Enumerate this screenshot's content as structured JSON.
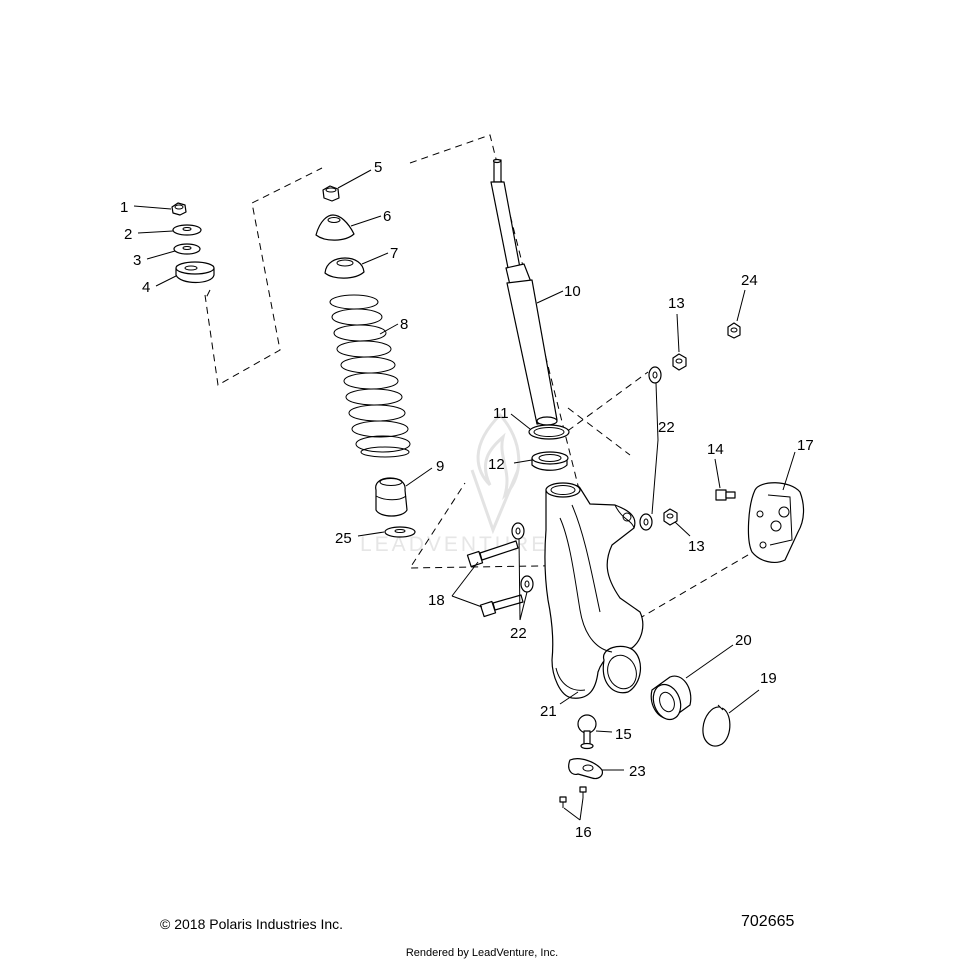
{
  "callouts": [
    {
      "id": "1",
      "part": "nut"
    },
    {
      "id": "2",
      "part": "washer"
    },
    {
      "id": "3",
      "part": "washer"
    },
    {
      "id": "4",
      "part": "bushing"
    },
    {
      "id": "5",
      "part": "nut"
    },
    {
      "id": "6",
      "part": "upper-spring-cup"
    },
    {
      "id": "7",
      "part": "spring-seat"
    },
    {
      "id": "8",
      "part": "coil-spring"
    },
    {
      "id": "9",
      "part": "bump-stop"
    },
    {
      "id": "10",
      "part": "strut-damper"
    },
    {
      "id": "11",
      "part": "retaining-ring"
    },
    {
      "id": "12",
      "part": "lower-spring-seat"
    },
    {
      "id": "13",
      "part": "nut"
    },
    {
      "id": "14",
      "part": "bolt"
    },
    {
      "id": "15",
      "part": "ball-joint"
    },
    {
      "id": "16",
      "part": "screws"
    },
    {
      "id": "17",
      "part": "brake-caliper"
    },
    {
      "id": "18",
      "part": "bolts"
    },
    {
      "id": "19",
      "part": "snap-ring"
    },
    {
      "id": "20",
      "part": "wheel-bearing"
    },
    {
      "id": "21",
      "part": "steering-knuckle"
    },
    {
      "id": "22",
      "part": "washer"
    },
    {
      "id": "23",
      "part": "ball-joint-plate"
    },
    {
      "id": "24",
      "part": "nut"
    },
    {
      "id": "25",
      "part": "washer"
    }
  ],
  "extra_labels": {
    "label_13b": "13",
    "label_22b": "22"
  },
  "watermark": {
    "text": "LEADVENTURE"
  },
  "footer": {
    "copyright": "© 2018 Polaris Industries Inc.",
    "figure_number": "702665",
    "rendered_by": "Rendered by LeadVenture, Inc."
  }
}
